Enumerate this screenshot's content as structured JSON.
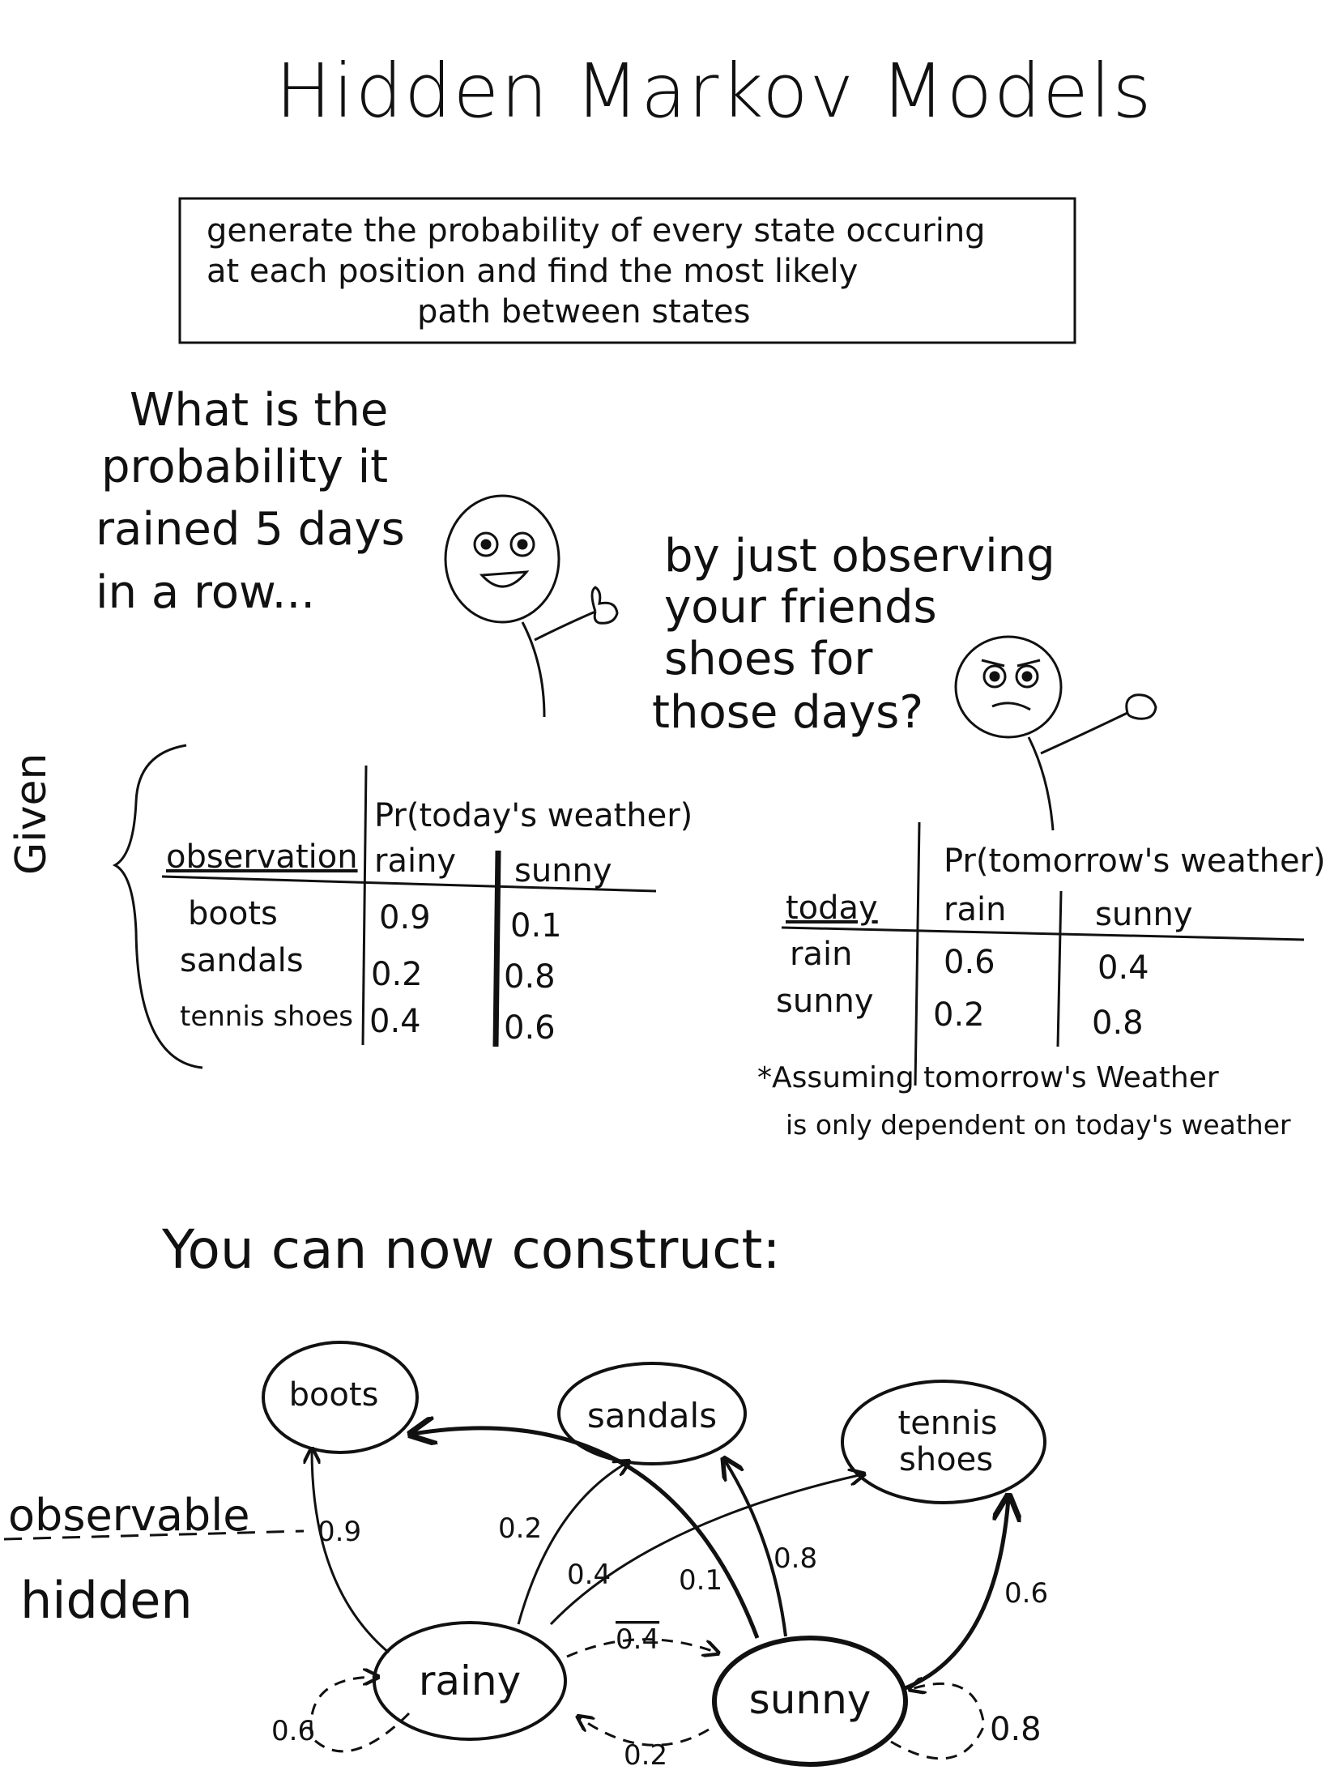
{
  "title": "Hidden Markov Models",
  "definition": {
    "line1": "generate the probability of every state occuring",
    "line2": "at each position and find the most likely",
    "line3": "path between states"
  },
  "question": {
    "left": [
      "What is the",
      "probability it",
      "rained 5 days",
      "in a row..."
    ],
    "right": [
      "by just observing",
      "your friends",
      "shoes for",
      "those days?"
    ]
  },
  "given_label": "Given",
  "emission_table": {
    "caption": "Pr(today's weather)",
    "col_header": "observation",
    "columns": [
      "rainy",
      "sunny"
    ],
    "rows": [
      {
        "label": "boots",
        "values": [
          "0.9",
          "0.1"
        ]
      },
      {
        "label": "sandals",
        "values": [
          "0.2",
          "0.8"
        ]
      },
      {
        "label": "tennis shoes",
        "values": [
          "0.4",
          "0.6"
        ]
      }
    ]
  },
  "transition_table": {
    "caption": "Pr(tomorrow's weather)",
    "col_header": "today",
    "columns": [
      "rain",
      "sunny"
    ],
    "rows": [
      {
        "label": "rain",
        "values": [
          "0.6",
          "0.4"
        ]
      },
      {
        "label": "sunny",
        "values": [
          "0.2",
          "0.8"
        ]
      }
    ]
  },
  "assumption": {
    "line1": "*Assuming tomorrow's Weather",
    "line2": "is only dependent on today's weather"
  },
  "construct_heading": "You can now construct:",
  "layers": {
    "observable": "observable",
    "hidden": "hidden"
  },
  "nodes": {
    "boots": "boots",
    "sandals": "sandals",
    "tennis_line1": "tennis",
    "tennis_line2": "shoes",
    "rainy": "rainy",
    "sunny": "sunny"
  },
  "edges": {
    "rainy_boots": "0.9",
    "rainy_sandals": "0.2",
    "rainy_tennis": "0.4",
    "sunny_boots": "0.1",
    "sunny_sandals": "0.8",
    "sunny_tennis": "0.6",
    "rainy_sunny": "0.4",
    "sunny_rainy": "0.2",
    "rainy_self": "0.6",
    "sunny_self": "0.8"
  }
}
